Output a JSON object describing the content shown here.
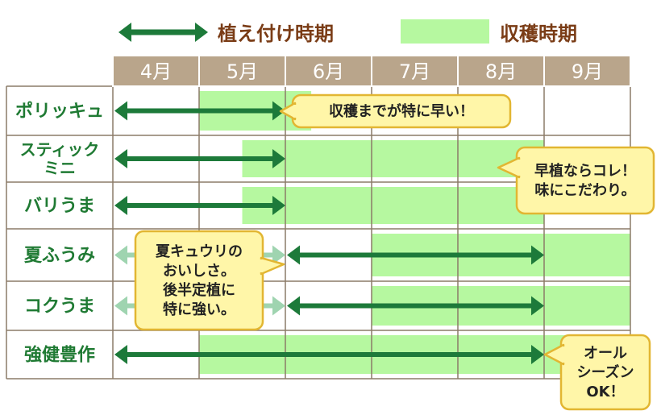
{
  "legend": {
    "planting_label": "植え付け時期",
    "harvest_label": "収穫時期"
  },
  "chart_data": {
    "type": "gantt",
    "months": [
      "4月",
      "5月",
      "6月",
      "7月",
      "8月",
      "9月"
    ],
    "colors": {
      "header_bg": "#b9a58b",
      "harvest": "#b6f8a0",
      "arrow": "#1d7a3a",
      "arrow_faded": "#9fd4b0",
      "label": "#1f7a33",
      "legend_text": "#7a3c16",
      "callout_bg": "#fff6a8",
      "callout_border": "#e2b632",
      "grid": "#8c7b68"
    },
    "rows": [
      {
        "name": "ポリッキュ",
        "name_lines": [
          "ポリッキュ"
        ],
        "planting": [
          {
            "start": 4.0,
            "end": 6.0
          }
        ],
        "harvest": [
          {
            "start": 5.0,
            "end": 6.3
          }
        ]
      },
      {
        "name": "スティックミニ",
        "name_lines": [
          "スティック",
          "ミニ"
        ],
        "planting": [
          {
            "start": 4.0,
            "end": 6.0
          }
        ],
        "harvest": [
          {
            "start": 5.5,
            "end": 9.0
          }
        ]
      },
      {
        "name": "バリうま",
        "name_lines": [
          "バリうま"
        ],
        "planting": [
          {
            "start": 4.0,
            "end": 6.0
          }
        ],
        "harvest": [
          {
            "start": 5.5,
            "end": 9.0
          }
        ]
      },
      {
        "name": "夏ふうみ",
        "name_lines": [
          "夏ふうみ"
        ],
        "planting": [
          {
            "start": 4.0,
            "end": 6.0,
            "faded": true
          },
          {
            "start": 6.0,
            "end": 9.0
          }
        ],
        "harvest": [
          {
            "start": 7.0,
            "end": 10.0
          }
        ]
      },
      {
        "name": "コクうま",
        "name_lines": [
          "コクうま"
        ],
        "planting": [
          {
            "start": 4.0,
            "end": 6.0,
            "faded": true
          },
          {
            "start": 6.0,
            "end": 9.0
          }
        ],
        "harvest": [
          {
            "start": 7.0,
            "end": 10.0
          }
        ]
      },
      {
        "name": "強健豊作",
        "name_lines": [
          "強健豊作"
        ],
        "planting": [
          {
            "start": 4.0,
            "end": 9.0
          }
        ],
        "harvest": [
          {
            "start": 5.0,
            "end": 10.0
          }
        ]
      }
    ],
    "callouts": [
      {
        "lines": [
          "収穫までが特に早い！"
        ]
      },
      {
        "lines": [
          "早植ならコレ！",
          "味にこだわり。"
        ]
      },
      {
        "lines": [
          "夏キュウリの",
          "おいしさ。",
          "後半定植に",
          "特に強い。"
        ]
      },
      {
        "lines": [
          "オール",
          "シーズン",
          "OK！"
        ]
      }
    ]
  }
}
